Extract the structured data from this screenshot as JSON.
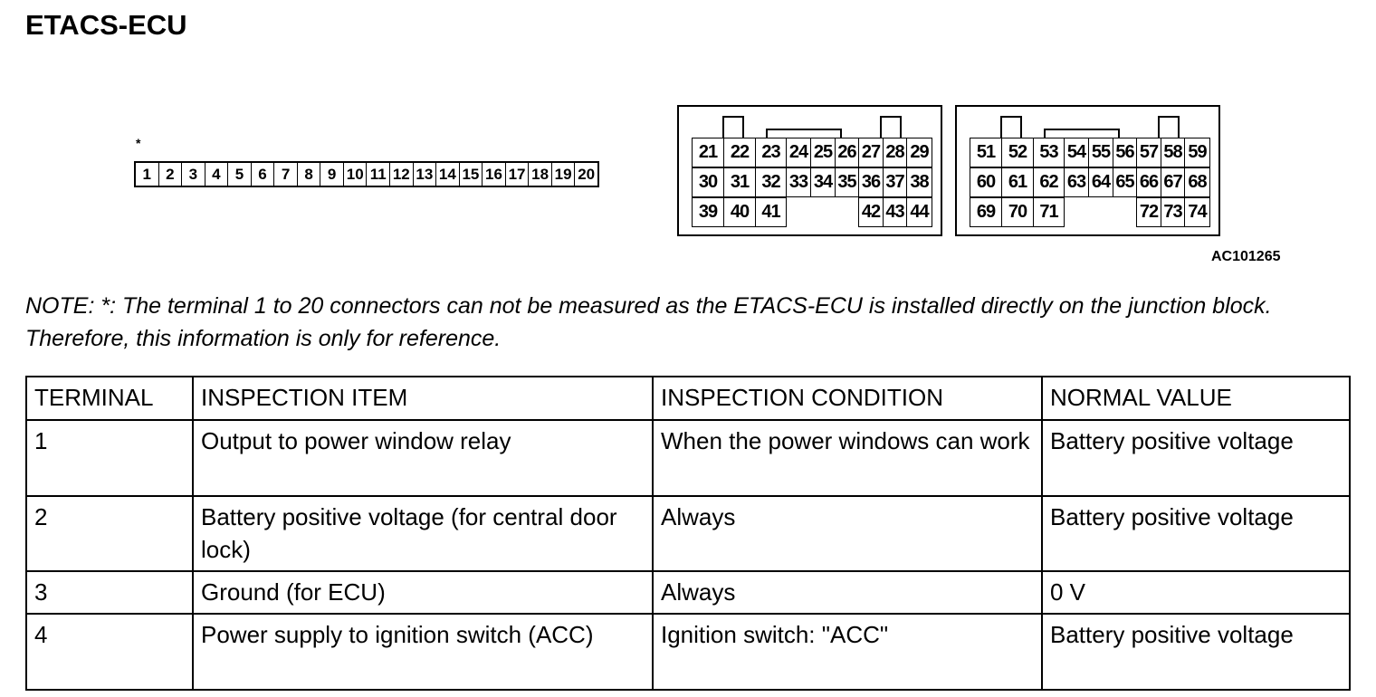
{
  "title": "ETACS-ECU",
  "connector1": {
    "marker": "*",
    "terminals": [
      "1",
      "2",
      "3",
      "4",
      "5",
      "6",
      "7",
      "8",
      "9",
      "10",
      "11",
      "12",
      "13",
      "14",
      "15",
      "16",
      "17",
      "18",
      "19",
      "20"
    ]
  },
  "connector2": {
    "rows": [
      [
        "21",
        "22",
        "23",
        "24",
        "25",
        "26",
        "27",
        "28",
        "29"
      ],
      [
        "30",
        "31",
        "32",
        "33",
        "34",
        "35",
        "36",
        "37",
        "38"
      ],
      [
        "39",
        "40",
        "41",
        "42",
        "43",
        "44"
      ]
    ]
  },
  "connector3": {
    "rows": [
      [
        "51",
        "52",
        "53",
        "54",
        "55",
        "56",
        "57",
        "58",
        "59"
      ],
      [
        "60",
        "61",
        "62",
        "63",
        "64",
        "65",
        "66",
        "67",
        "68"
      ],
      [
        "69",
        "70",
        "71",
        "72",
        "73",
        "74"
      ]
    ]
  },
  "figure_code": "AC101265",
  "note": "NOTE: *: The terminal 1 to 20 connectors can not be measured as the ETACS-ECU is installed directly on the junction block. Therefore, this information is only for reference.",
  "table": {
    "headers": [
      "TERMINAL",
      "INSPECTION ITEM",
      "INSPECTION CONDITION",
      "NORMAL VALUE"
    ],
    "rows": [
      [
        "1",
        "Output to power window relay",
        "When the power windows can work",
        "Battery positive voltage"
      ],
      [
        "2",
        "Battery positive voltage (for central door lock)",
        "Always",
        "Battery positive voltage"
      ],
      [
        "3",
        "Ground (for ECU)",
        "Always",
        "0 V"
      ],
      [
        "4",
        "Power supply to ignition switch (ACC)",
        "Ignition switch: \"ACC\"",
        "Battery positive voltage"
      ]
    ]
  }
}
